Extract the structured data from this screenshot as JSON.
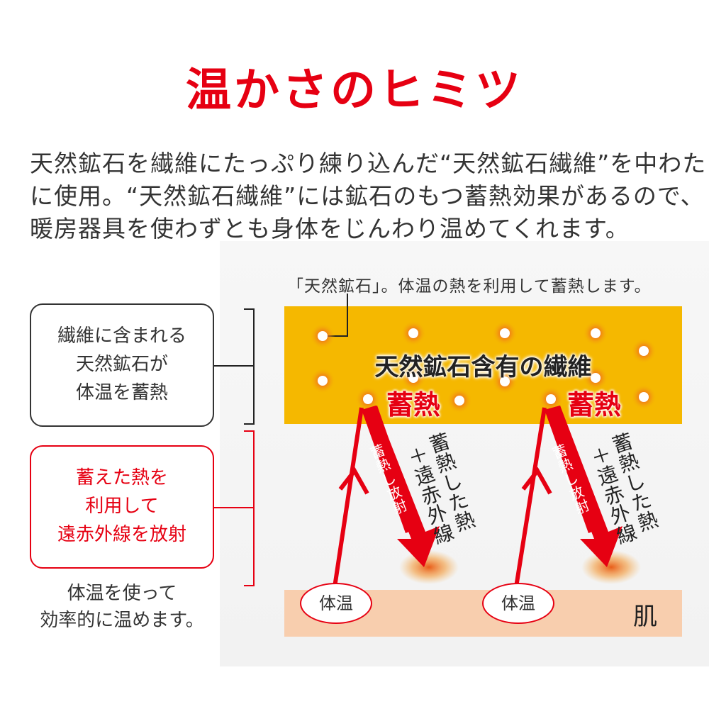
{
  "title": "温かさのヒミツ",
  "intro": [
    "天然鉱石を繊維にたっぷり練り込んだ“天然鉱石繊維”を中わた",
    "に使用。“天然鉱石繊維”には鉱石のもつ蓄熱効果があるので、",
    "暖房器具を使わずとも身体をじんわり温めてくれます。"
  ],
  "callout": "「天然鉱石」。体温の熱を利用して蓄熱します。",
  "fiber_label": "天然鉱石含有の繊維",
  "heat_label": "蓄熱",
  "box_black": [
    "繊維に含まれる",
    "天然鉱石が",
    "体温を蓄熱"
  ],
  "box_red": [
    "蓄えた熱を",
    "利用して",
    "遠赤外線を放射"
  ],
  "note": [
    "体温を使って",
    "効率的に温めます。"
  ],
  "body_temp": "体温",
  "radiation_label": "蓄熱し放射",
  "far_infrared_label": "蓄熱した熱",
  "plus": "＋",
  "far_infrared_label2": "遠赤外線",
  "skin": "肌",
  "colors": {
    "accent": "#e60012",
    "fiber": "#f5b800",
    "skin": "#f8ceae",
    "text": "#333333"
  }
}
